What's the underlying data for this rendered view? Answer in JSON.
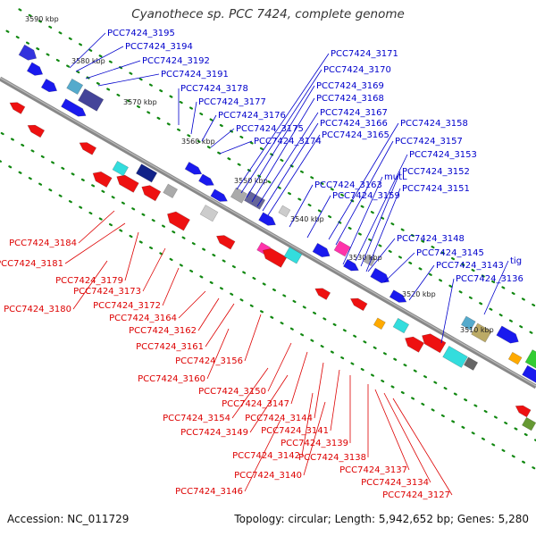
{
  "title": "Cyanothece sp. PCC 7424, complete genome",
  "footer": {
    "accession": "Accession: NC_011729",
    "summary": "Topology: circular; Length: 5,942,652 bp; Genes: 5,280"
  },
  "colors": {
    "forward_label": "#0000cc",
    "reverse_label": "#dd0000",
    "backbone": "#888888",
    "tick_dot": "#118811"
  },
  "scale_ticks": [
    {
      "label": "3590 kbp"
    },
    {
      "label": "3580 kbp"
    },
    {
      "label": "3570 kbp"
    },
    {
      "label": "3560 kbp"
    },
    {
      "label": "3550 kbp"
    },
    {
      "label": "3540 kbp"
    },
    {
      "label": "3530 kbp"
    },
    {
      "label": "3520 kbp"
    },
    {
      "label": "3510 kbp"
    }
  ],
  "forward_labels": [
    "PCC7424_3195",
    "PCC7424_3194",
    "PCC7424_3192",
    "PCC7424_3191",
    "PCC7424_3178",
    "PCC7424_3177",
    "PCC7424_3176",
    "PCC7424_3175",
    "PCC7424_3174",
    "PCC7424_3171",
    "PCC7424_3170",
    "PCC7424_3169",
    "PCC7424_3168",
    "PCC7424_3167",
    "PCC7424_3166",
    "PCC7424_3165",
    "PCC7424_3158",
    "PCC7424_3157",
    "PCC7424_3153",
    "PCC7424_3152",
    "PCC7424_3151",
    "mutL",
    "PCC7424_3163",
    "PCC7424_3159",
    "PCC7424_3148",
    "PCC7424_3145",
    "PCC7424_3143",
    "tig",
    "PCC7424_3136"
  ],
  "reverse_labels": [
    "PCC7424_3184",
    "PCC7424_3181",
    "PCC7424_3179",
    "PCC7424_3173",
    "PCC7424_3180",
    "PCC7424_3172",
    "PCC7424_3164",
    "PCC7424_3162",
    "PCC7424_3161",
    "PCC7424_3156",
    "PCC7424_3160",
    "PCC7424_3150",
    "PCC7424_3147",
    "PCC7424_3154",
    "PCC7424_3144",
    "PCC7424_3149",
    "PCC7424_3141",
    "PCC7424_3139",
    "PCC7424_3142",
    "PCC7424_3138",
    "PCC7424_3137",
    "PCC7424_3140",
    "PCC7424_3134",
    "PCC7424_3146",
    "PCC7424_3127"
  ]
}
